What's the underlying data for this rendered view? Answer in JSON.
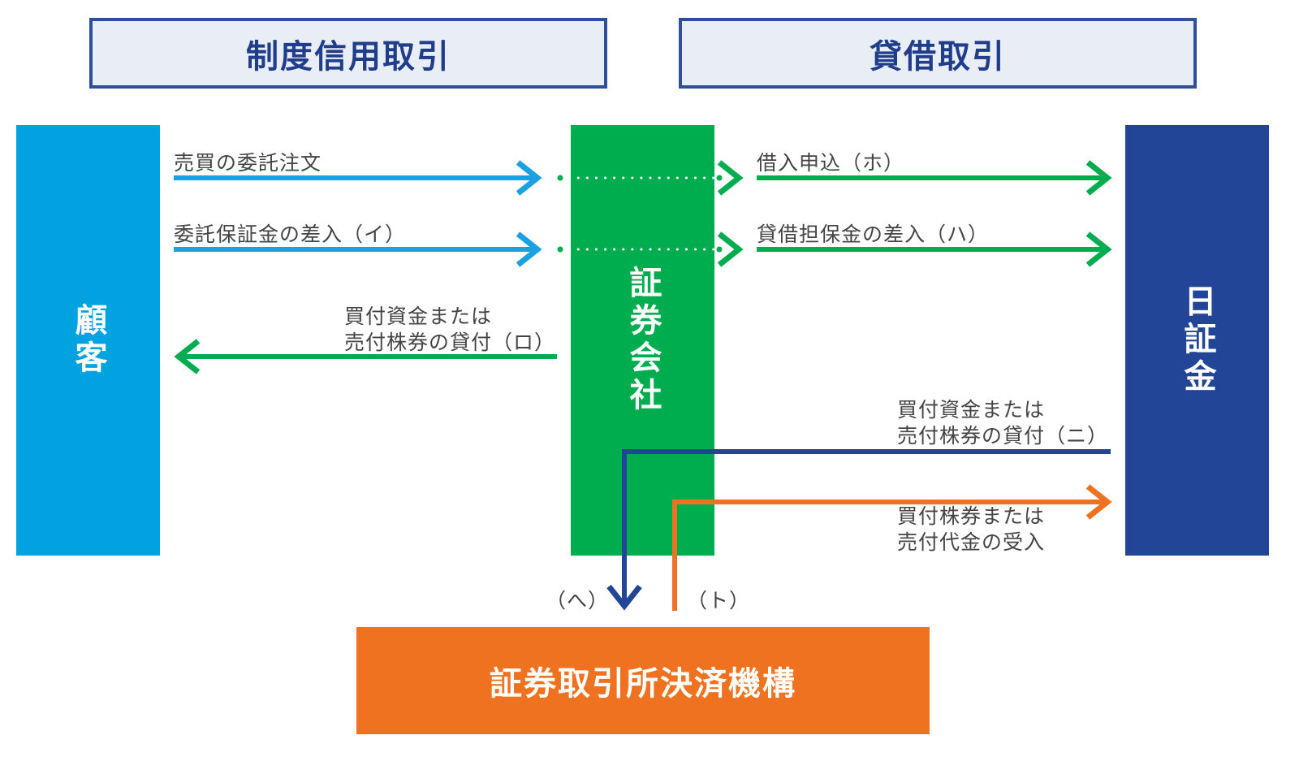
{
  "headers": {
    "margin_trading": "制度信用取引",
    "loan_trading": "貸借取引"
  },
  "entities": {
    "customer": "顧客",
    "securities_company": "証券会社",
    "jsf": "日証金",
    "clearing": "証券取引所決済機構"
  },
  "flows": {
    "order": "売買の委託注文",
    "deposit_i": "委託保証金の差入（イ）",
    "loan_ro_line1": "買付資金または",
    "loan_ro_line2": "売付株券の貸付（ロ）",
    "borrow_ho": "借入申込（ホ）",
    "collateral_ha": "貸借担保金の差入（ハ）",
    "loan_ni_line1": "買付資金または",
    "loan_ni_line2": "売付株券の貸付（ニ）",
    "receipt_line1": "買付株券または",
    "receipt_line2": "売付代金の受入",
    "he": "（へ）",
    "to": "（ト）"
  },
  "colors": {
    "header_border": "#2e4f9c",
    "customer": "#00a3e0",
    "securities": "#00ad4e",
    "jsf": "#224597",
    "clearing": "#ee7220",
    "arrow_blue": "#1ba1e2",
    "arrow_green": "#00ad4e",
    "arrow_navy": "#224597",
    "arrow_orange": "#ee7220"
  }
}
